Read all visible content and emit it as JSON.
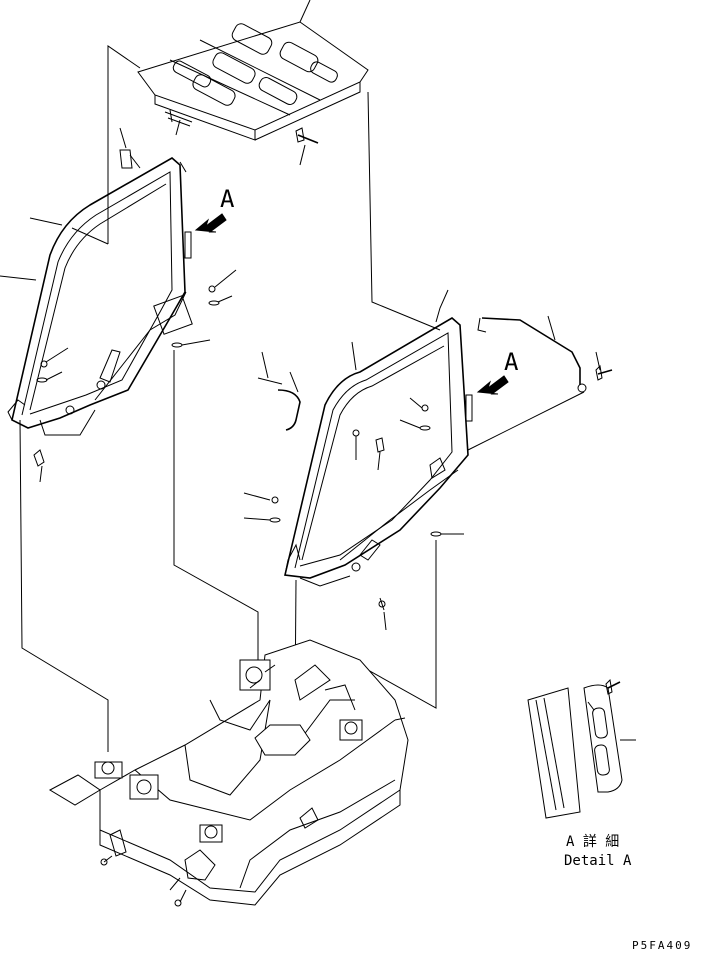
{
  "callouts": {
    "view_a_left": "A",
    "view_a_right": "A"
  },
  "detail": {
    "title_jp": "A 詳 細",
    "title_en": "Detail A"
  },
  "drawing_number": "P5FA409"
}
